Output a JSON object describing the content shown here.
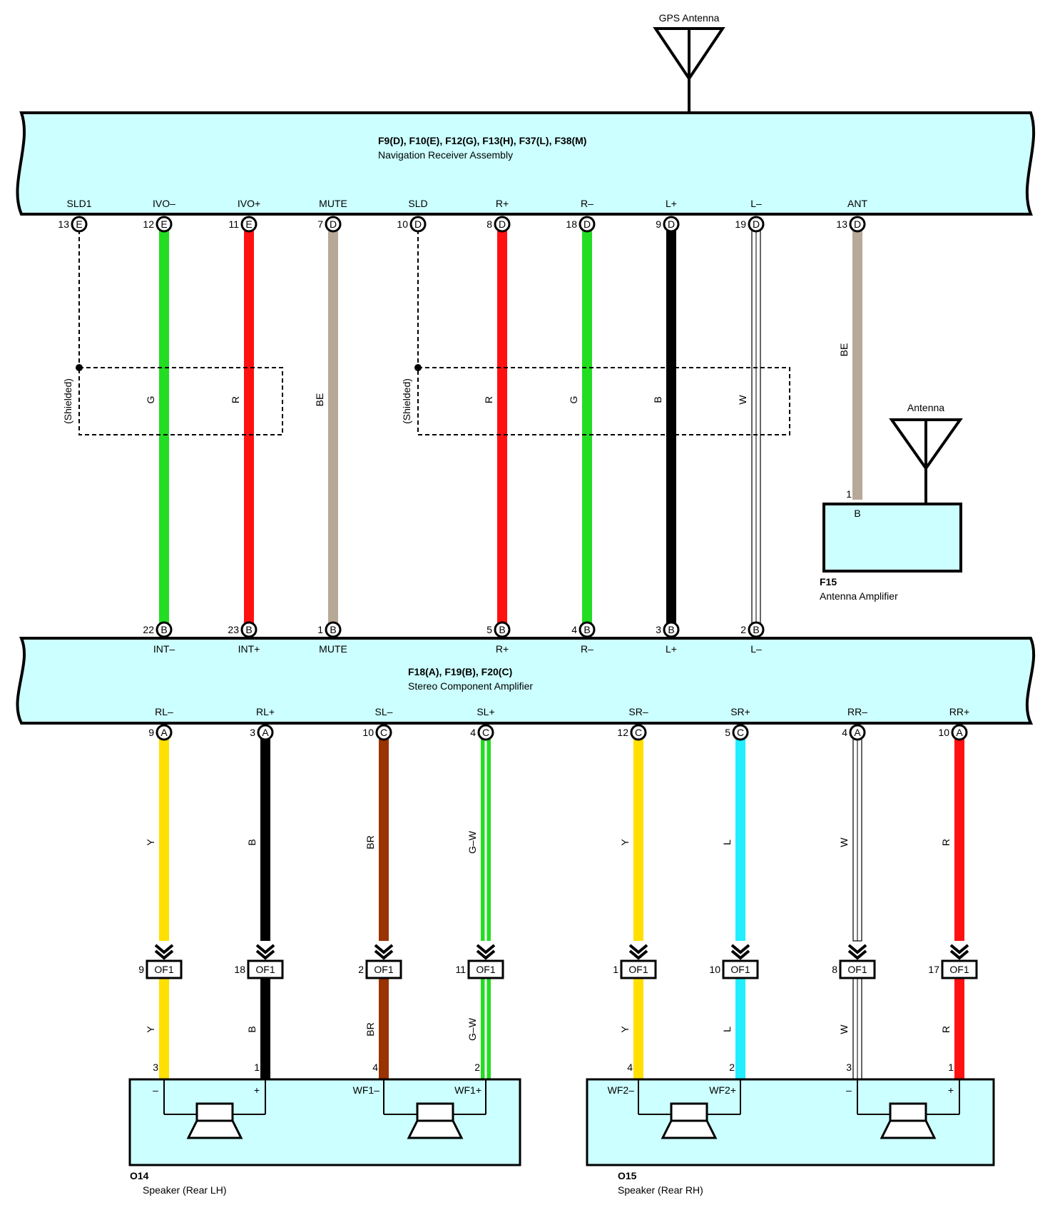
{
  "gps_antenna": {
    "label": "GPS Antenna"
  },
  "nav_receiver": {
    "connectors": "F9(D), F10(E), F12(G), F13(H), F37(L), F38(M)",
    "name": "Navigation Receiver Assembly",
    "terminals": [
      {
        "id": "SLD1",
        "label": "SLD1",
        "pin": "13",
        "conn": "E"
      },
      {
        "id": "IVO-",
        "label": "IVO–",
        "pin": "12",
        "conn": "E"
      },
      {
        "id": "IVO+",
        "label": "IVO+",
        "pin": "11",
        "conn": "E"
      },
      {
        "id": "MUTE",
        "label": "MUTE",
        "pin": "7",
        "conn": "D"
      },
      {
        "id": "SLD",
        "label": "SLD",
        "pin": "10",
        "conn": "D"
      },
      {
        "id": "R+",
        "label": "R+",
        "pin": "8",
        "conn": "D"
      },
      {
        "id": "R-",
        "label": "R–",
        "pin": "18",
        "conn": "D"
      },
      {
        "id": "L+",
        "label": "L+",
        "pin": "9",
        "conn": "D"
      },
      {
        "id": "L-",
        "label": "L–",
        "pin": "19",
        "conn": "D"
      },
      {
        "id": "ANT",
        "label": "ANT",
        "pin": "13",
        "conn": "D"
      }
    ]
  },
  "shield_label": "(Shielded)",
  "wires_upper": [
    {
      "from": "IVO-",
      "code": "G",
      "color": "#22dd22"
    },
    {
      "from": "IVO+",
      "code": "R",
      "color": "#ff1111"
    },
    {
      "from": "MUTE",
      "code": "BE",
      "color": "#b8a898"
    },
    {
      "from": "R+",
      "code": "R",
      "color": "#ff1111"
    },
    {
      "from": "R-",
      "code": "G",
      "color": "#22dd22"
    },
    {
      "from": "L+",
      "code": "B",
      "color": "#000000"
    },
    {
      "from": "L-",
      "code": "W",
      "color": "#ffffff"
    },
    {
      "from": "ANT",
      "code": "BE",
      "color": "#b8a898"
    }
  ],
  "antenna_amp": {
    "antenna_label": "Antenna",
    "pin": "1",
    "terminal": "B",
    "id": "F15",
    "name": "Antenna Amplifier"
  },
  "amplifier": {
    "connectors": "F18(A), F19(B), F20(C)",
    "name": "Stereo Component Amplifier",
    "inputs": [
      {
        "id": "INT-",
        "label": "INT–",
        "pin": "22",
        "conn": "B"
      },
      {
        "id": "INT+",
        "label": "INT+",
        "pin": "23",
        "conn": "B"
      },
      {
        "id": "MUTE",
        "label": "MUTE",
        "pin": "1",
        "conn": "B"
      },
      {
        "id": "R+",
        "label": "R+",
        "pin": "5",
        "conn": "B"
      },
      {
        "id": "R-",
        "label": "R–",
        "pin": "4",
        "conn": "B"
      },
      {
        "id": "L+",
        "label": "L+",
        "pin": "3",
        "conn": "B"
      },
      {
        "id": "L-",
        "label": "L–",
        "pin": "2",
        "conn": "B"
      }
    ],
    "outputs": [
      {
        "id": "RL-",
        "label": "RL–",
        "pin": "9",
        "conn": "A"
      },
      {
        "id": "RL+",
        "label": "RL+",
        "pin": "3",
        "conn": "A"
      },
      {
        "id": "SL-",
        "label": "SL–",
        "pin": "10",
        "conn": "C"
      },
      {
        "id": "SL+",
        "label": "SL+",
        "pin": "4",
        "conn": "C"
      },
      {
        "id": "SR-",
        "label": "SR–",
        "pin": "12",
        "conn": "C"
      },
      {
        "id": "SR+",
        "label": "SR+",
        "pin": "5",
        "conn": "C"
      },
      {
        "id": "RR-",
        "label": "RR–",
        "pin": "4",
        "conn": "A"
      },
      {
        "id": "RR+",
        "label": "RR+",
        "pin": "10",
        "conn": "A"
      }
    ]
  },
  "wires_lower": [
    {
      "code": "Y",
      "color": "#ffe000",
      "of_pin": "9",
      "spk_pin": "3"
    },
    {
      "code": "B",
      "color": "#000000",
      "of_pin": "18",
      "spk_pin": "1"
    },
    {
      "code": "BR",
      "color": "#993300",
      "of_pin": "2",
      "spk_pin": "4"
    },
    {
      "code": "G–W",
      "color": "#22dd22",
      "of_pin": "11",
      "spk_pin": "2"
    },
    {
      "code": "Y",
      "color": "#ffe000",
      "of_pin": "1",
      "spk_pin": "4"
    },
    {
      "code": "L",
      "color": "#22eeff",
      "of_pin": "10",
      "spk_pin": "2"
    },
    {
      "code": "W",
      "color": "#ffffff",
      "of_pin": "8",
      "spk_pin": "3"
    },
    {
      "code": "R",
      "color": "#ff1111",
      "of_pin": "17",
      "spk_pin": "1"
    }
  ],
  "junction_label": "OF1",
  "speakers": [
    {
      "id": "O14",
      "name": "Speaker (Rear LH)",
      "minus": "–",
      "plus": "+",
      "wf_minus": "WF1–",
      "wf_plus": "WF1+"
    },
    {
      "id": "O15",
      "name": "Speaker (Rear RH)",
      "wf_minus": "WF2–",
      "wf_plus": "WF2+",
      "minus": "–",
      "plus": "+"
    }
  ],
  "colors": {
    "component_fill": "#ccffff"
  }
}
